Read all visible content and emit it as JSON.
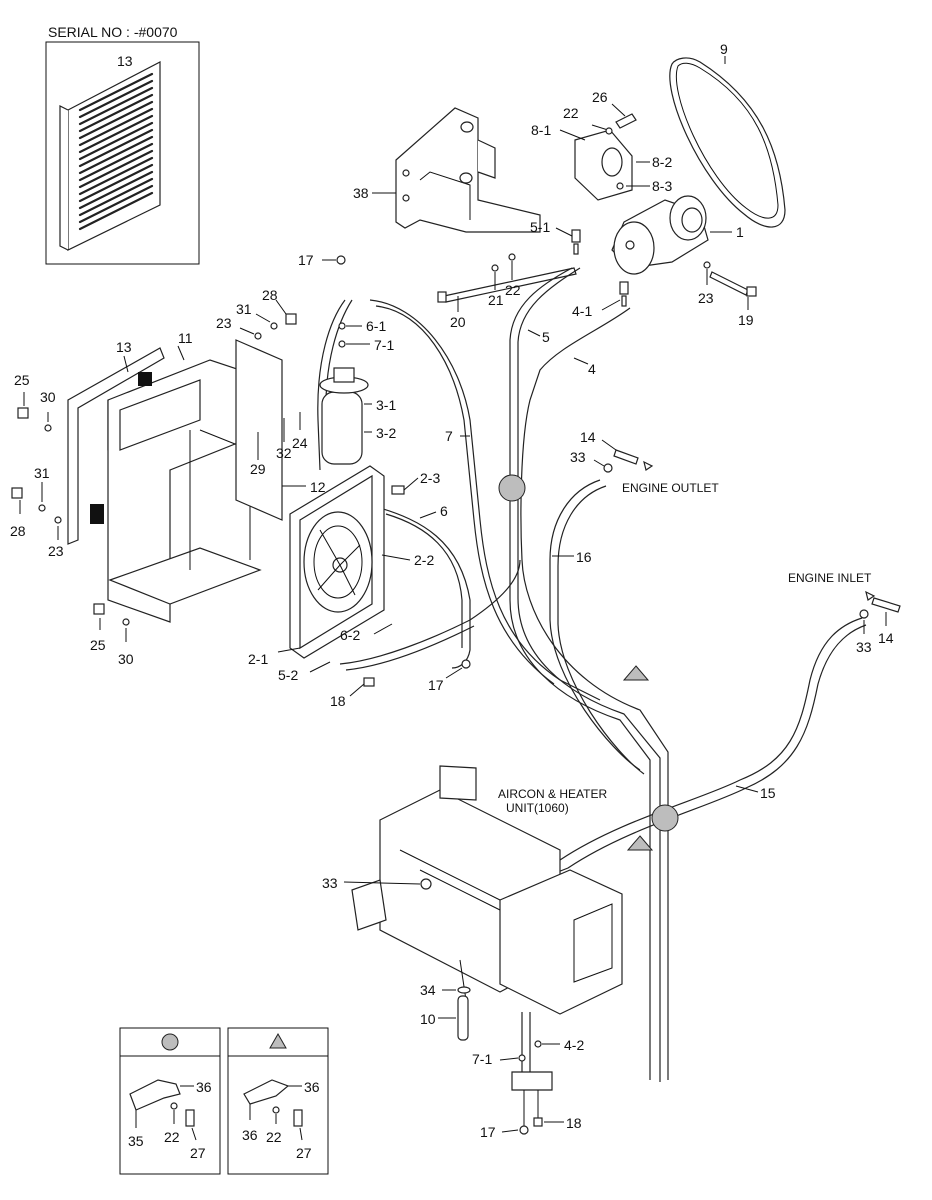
{
  "serial": "SERIAL NO : -#0070",
  "notes": {
    "engine_outlet": "ENGINE OUTLET",
    "engine_inlet": "ENGINE INLET",
    "unit_line1": "AIRCON & HEATER",
    "unit_line2": "UNIT(1060)"
  },
  "callouts": {
    "c13a": "13",
    "c9": "9",
    "c26": "26",
    "c22a": "22",
    "c8_1": "8-1",
    "c8_2": "8-2",
    "c8_3": "8-3",
    "c38": "38",
    "c1": "1",
    "c5_1": "5-1",
    "c17a": "17",
    "c22b": "22",
    "c21": "21",
    "c20": "20",
    "c23a": "23",
    "c19": "19",
    "c4_1": "4-1",
    "c5": "5",
    "c4": "4",
    "c28a": "28",
    "c31a": "31",
    "c23b": "23",
    "c6_1": "6-1",
    "c7_1a": "7-1",
    "c11": "11",
    "c13b": "13",
    "c25a": "25",
    "c30a": "30",
    "c3_1": "3-1",
    "c3_2": "3-2",
    "c7": "7",
    "c24": "24",
    "c32": "32",
    "c29": "29",
    "c14a": "14",
    "c33a": "33",
    "c12": "12",
    "c2_3": "2-3",
    "c6": "6",
    "c31b": "31",
    "c28b": "28",
    "c23c": "23",
    "c2_2": "2-2",
    "c16": "16",
    "c14b": "14",
    "c33b": "33",
    "c25b": "25",
    "c30b": "30",
    "c6_2": "6-2",
    "c2_1": "2-1",
    "c5_2": "5-2",
    "c17b": "17",
    "c18a": "18",
    "c15": "15",
    "c33c": "33",
    "c34": "34",
    "c10": "10",
    "c7_1b": "7-1",
    "c4_2": "4-2",
    "c17c": "17",
    "c18b": "18"
  },
  "legend": {
    "circle": {
      "symbol": "circle-clamp",
      "items": [
        "36",
        "35",
        "22",
        "27"
      ]
    },
    "triangle": {
      "symbol": "triangle-clamp",
      "items": [
        "36",
        "22",
        "27"
      ]
    }
  },
  "colors": {
    "line": "#111111",
    "marker_fill": "#bdbdbd",
    "paper": "#ffffff"
  }
}
